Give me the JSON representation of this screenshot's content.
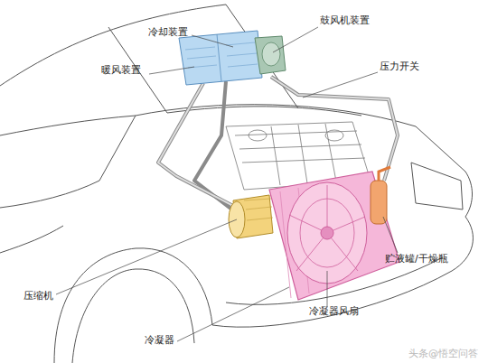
{
  "diagram": {
    "labels": [
      "冷却装置",
      "鼓风机装置",
      "暖风装置",
      "压力开关",
      "贮液罐/干燥瓶",
      "压缩机",
      "冷凝器风扇",
      "冷凝器",
      "头条@悟空问答"
    ]
  }
}
